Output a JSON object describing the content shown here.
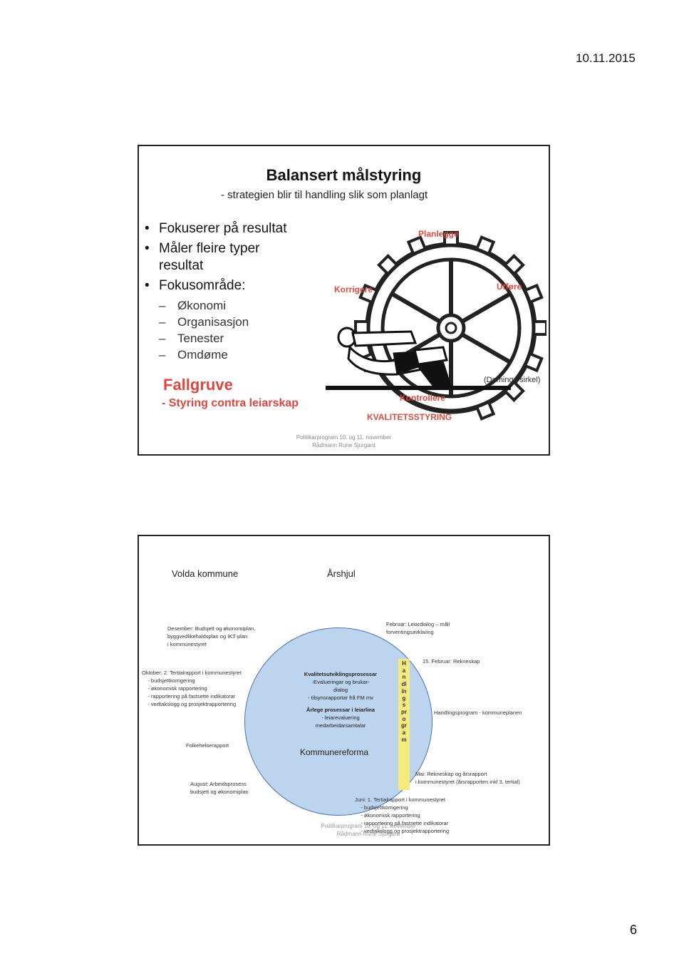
{
  "header": {
    "date": "10.11.2015"
  },
  "page_number": "6",
  "slide1": {
    "title": "Balansert målstyring",
    "subtitle": "- strategien blir til handling slik som planlagt",
    "bullets": [
      "Fokuserer på resultat",
      "Måler fleire typer resultat",
      "Fokusområde:"
    ],
    "sub_items": [
      "Økonomi",
      "Organisasjon",
      "Tenester",
      "Omdøme"
    ],
    "fallgruve": "Fallgruve",
    "fallgruve_sub": "- Styring contra leiarskap",
    "diagram": {
      "planlegge": "Planlegge",
      "korrigere": "Korrigere",
      "utfore": "Utføre",
      "deming": "(Demings sirkel)",
      "kontrollere": "Kontrollere",
      "kvalitet": "KVALITETSSTYRING"
    },
    "footer_line1": "Politikarprogram 10. og 11. november",
    "footer_line2": "Rådmann Rune Sjurgard",
    "accent_color": "#e2453d"
  },
  "slide2": {
    "org": "Volda kommune",
    "title": "Årshjul",
    "desember": "Desember: Budsjett og økonomiplan,\nbyggvedlikehaldsplan og IKT-plan\ni kommunestyret",
    "februar": "Februar: Leiardialog – mål/\nforventingsavklaring",
    "feb15": "15. Februar: Rekneskap",
    "oktober": "Oktober: 2. Tertialrapport i kommunestyret\n    - budsjettkorrigering\n    - økonomisk rapportering\n    - rapportering på fastsette indikatorar\n    - vedtakslogg og prosjektrapportering",
    "folkehelse": "Folkehelserapport",
    "august": "August: Arbeidsprosess\nbudsjett og økonomiplan",
    "handling_vertical": "Handlingsprogram",
    "handlingsprogram": "Handlingsprogram - kommuneplanen",
    "mai": "Mai: Rekneskap og årsrapport\ni kommunestyret (årsrapporten inkl 3. tertial)",
    "juni": "Juni: 1. Tertialrapport i kommunestyret\n    - budsjettkorrigering\n    - økonomisk rapportering\n    - rapportering på fastsette indikatorar\n    - vedtakslogg og prosjektrapportering",
    "kval_title": "Kvalitetsutviklingsprosessar",
    "kval_lines": "-Evalueringar og brukar-\ndialog\n- tilsynsrapportar frå FM mv",
    "arlege_title": "Årlege prosessar i leiarlina",
    "arlege_lines": "- leiarevaluering\nmedarbeidarsamtalar",
    "kommunereform": "Kommunereforma",
    "footer_line1": "Politikarprogram 10. og 11. november",
    "footer_line2": "Rådmann Rune Sjurgard",
    "circle_color": "#bcd4ee",
    "handle_color": "#f5eb7c"
  }
}
